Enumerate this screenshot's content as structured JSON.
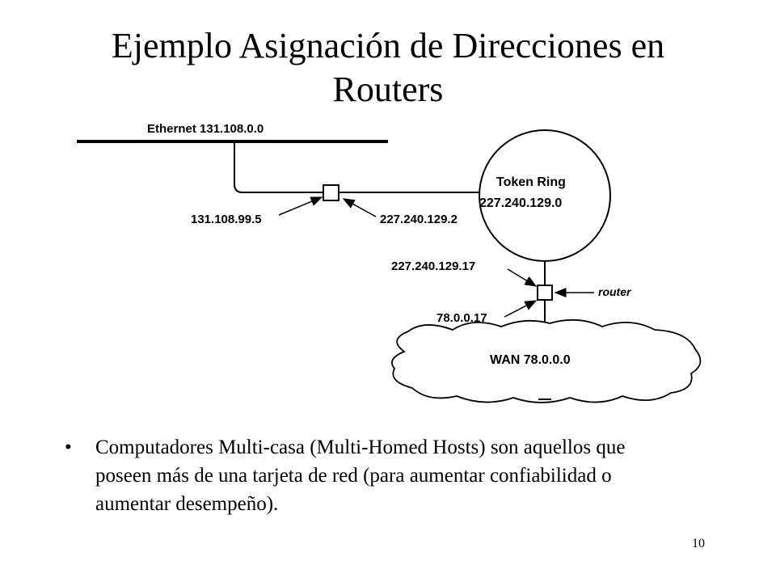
{
  "slide": {
    "title_line1": "Ejemplo Asignación de Direcciones en",
    "title_line2": "Routers",
    "bullet_symbol": "•",
    "bullet_text": "Computadores Multi-casa (Multi-Homed Hosts) son aquellos que poseen más de una tarjeta de red (para aumentar confiabilidad o aumentar desempeño).",
    "page_number": "10"
  },
  "diagram": {
    "ethernet_label": "Ethernet 131.108.0.0",
    "token_ring_name": "Token Ring",
    "token_ring_network": "227.240.129.0",
    "router1_ethernet_addr": "131.108.99.5",
    "router1_tokenring_addr": "227.240.129.2",
    "router2_tokenring_addr": "227.240.129.17",
    "router_label": "router",
    "router2_wan_addr": "78.0.0.17",
    "wan_label": "WAN 78.0.0.0"
  }
}
